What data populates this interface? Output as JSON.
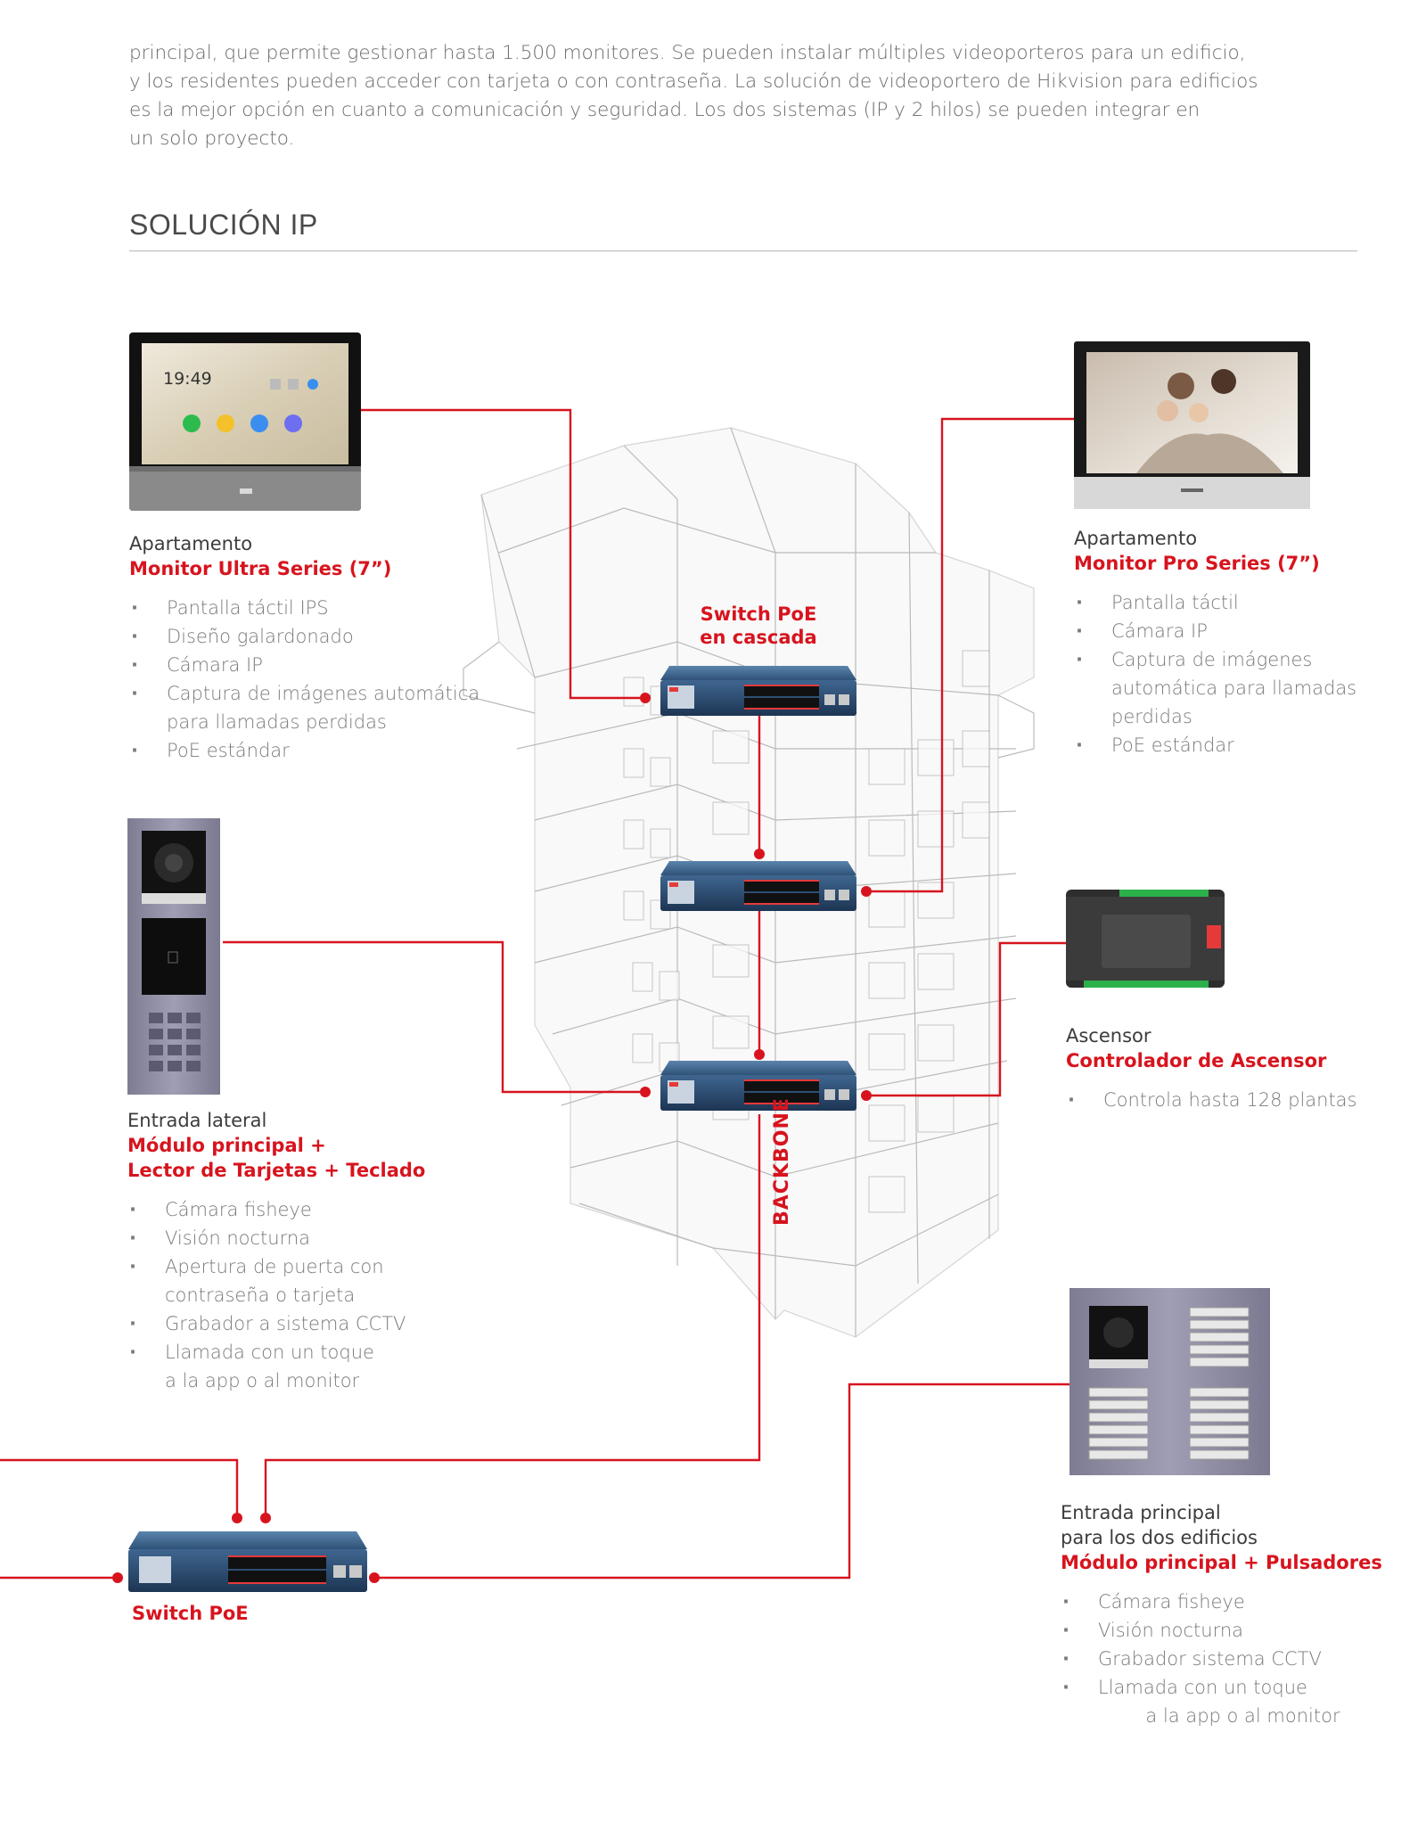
{
  "intro": {
    "lines": [
      "principal, que permite gestionar hasta 1.500 monitores. Se pueden instalar múltiples videoporteros para un edificio,",
      "y los residentes pueden acceder con tarjeta o con contraseña. La solución de videoportero de Hikvision para edificios",
      "es la mejor opción en cuanto a comunicación y seguridad. Los dos sistemas (IP y 2 hilos) se pueden integrar en",
      "un solo proyecto."
    ]
  },
  "section_title": "SOLUCIÓN IP",
  "colors": {
    "accent": "#d7141e",
    "switch": "#27466b",
    "line": "#d7141e"
  },
  "monitor_ultra": {
    "screen_time": "19:49",
    "label1": "Apartamento",
    "label2": "Monitor Ultra Series (7”)",
    "features": [
      "Pantalla táctil IPS",
      "Diseño galardonado",
      "Cámara IP",
      "Captura de imágenes automática\npara llamadas perdidas",
      "PoE estándar"
    ]
  },
  "monitor_pro": {
    "label1": "Apartamento",
    "label2": "Monitor Pro Series (7”)",
    "features": [
      "Pantalla táctil",
      "Cámara IP",
      "Captura de imágenes\nautomática para llamadas\nperdidas",
      "PoE estándar"
    ]
  },
  "cascade_switch": {
    "label": "Switch PoE\nen cascada"
  },
  "side_entrance": {
    "label1": "Entrada lateral",
    "label2": "Módulo principal +\nLector de Tarjetas + Teclado",
    "features": [
      "Cámara fisheye",
      "Visión nocturna",
      "Apertura de puerta con\ncontraseña o tarjeta",
      "Grabador a sistema CCTV",
      "Llamada con un toque\na la app o al monitor"
    ]
  },
  "elevator": {
    "label1": "Ascensor",
    "label2": "Controlador de Ascensor",
    "features": [
      "Controla hasta 128 plantas"
    ]
  },
  "backbone_label": "BACKBONE",
  "main_switch": {
    "label": "Switch PoE"
  },
  "main_entrance": {
    "label1": "Entrada principal\npara los dos edificios",
    "label2": "Módulo principal + Pulsadores",
    "features": [
      "Cámara fisheye",
      "Visión nocturna",
      "Grabador sistema CCTV",
      "Llamada con un toque\n        a la app o al monitor"
    ]
  }
}
